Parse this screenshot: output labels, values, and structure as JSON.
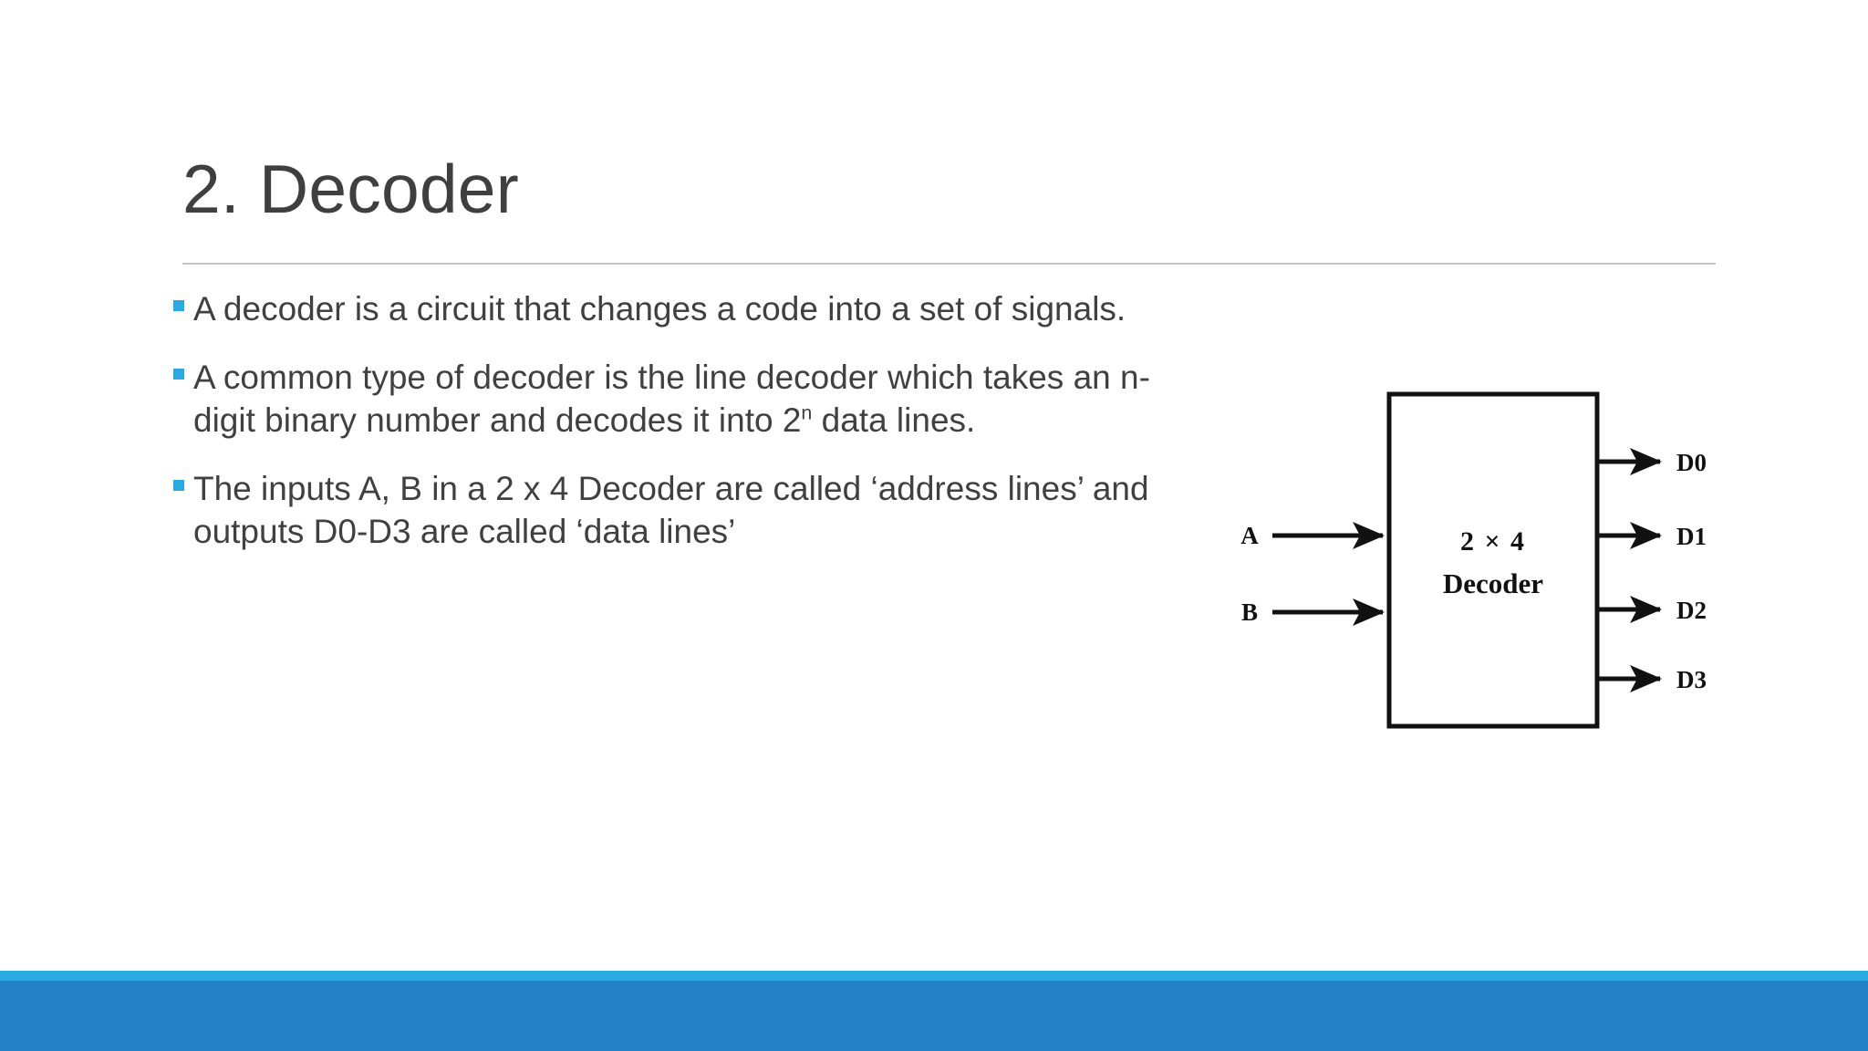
{
  "slide": {
    "title": "2. Decoder",
    "background_color": "#ffffff",
    "title_color": "#3f3f3f",
    "rule_color": "#c2c2c2",
    "body_text_color": "#404040",
    "accent_color": "#29abe2",
    "footer_light_color": "#29abe2",
    "footer_dark_color": "#2480c4"
  },
  "body": {
    "bullets": [
      {
        "pre": "A decoder is a circuit that changes a code into a set of signals.",
        "sup": "",
        "post": ""
      },
      {
        "pre": "A common type of decoder is the line decoder which takes an n-digit binary number and decodes it into 2",
        "sup": "n",
        "post": " data lines."
      },
      {
        "pre": "The inputs A, B in a 2 x 4 Decoder are called ‘address lines’ and outputs D0-D3 are called ‘data lines’",
        "sup": "",
        "post": ""
      }
    ]
  },
  "figure": {
    "caption_top": "2  × 4",
    "caption_bottom": "Decoder",
    "inputs": [
      "A",
      "B"
    ],
    "outputs": [
      "D0",
      "D1",
      "D2",
      "D3"
    ]
  }
}
